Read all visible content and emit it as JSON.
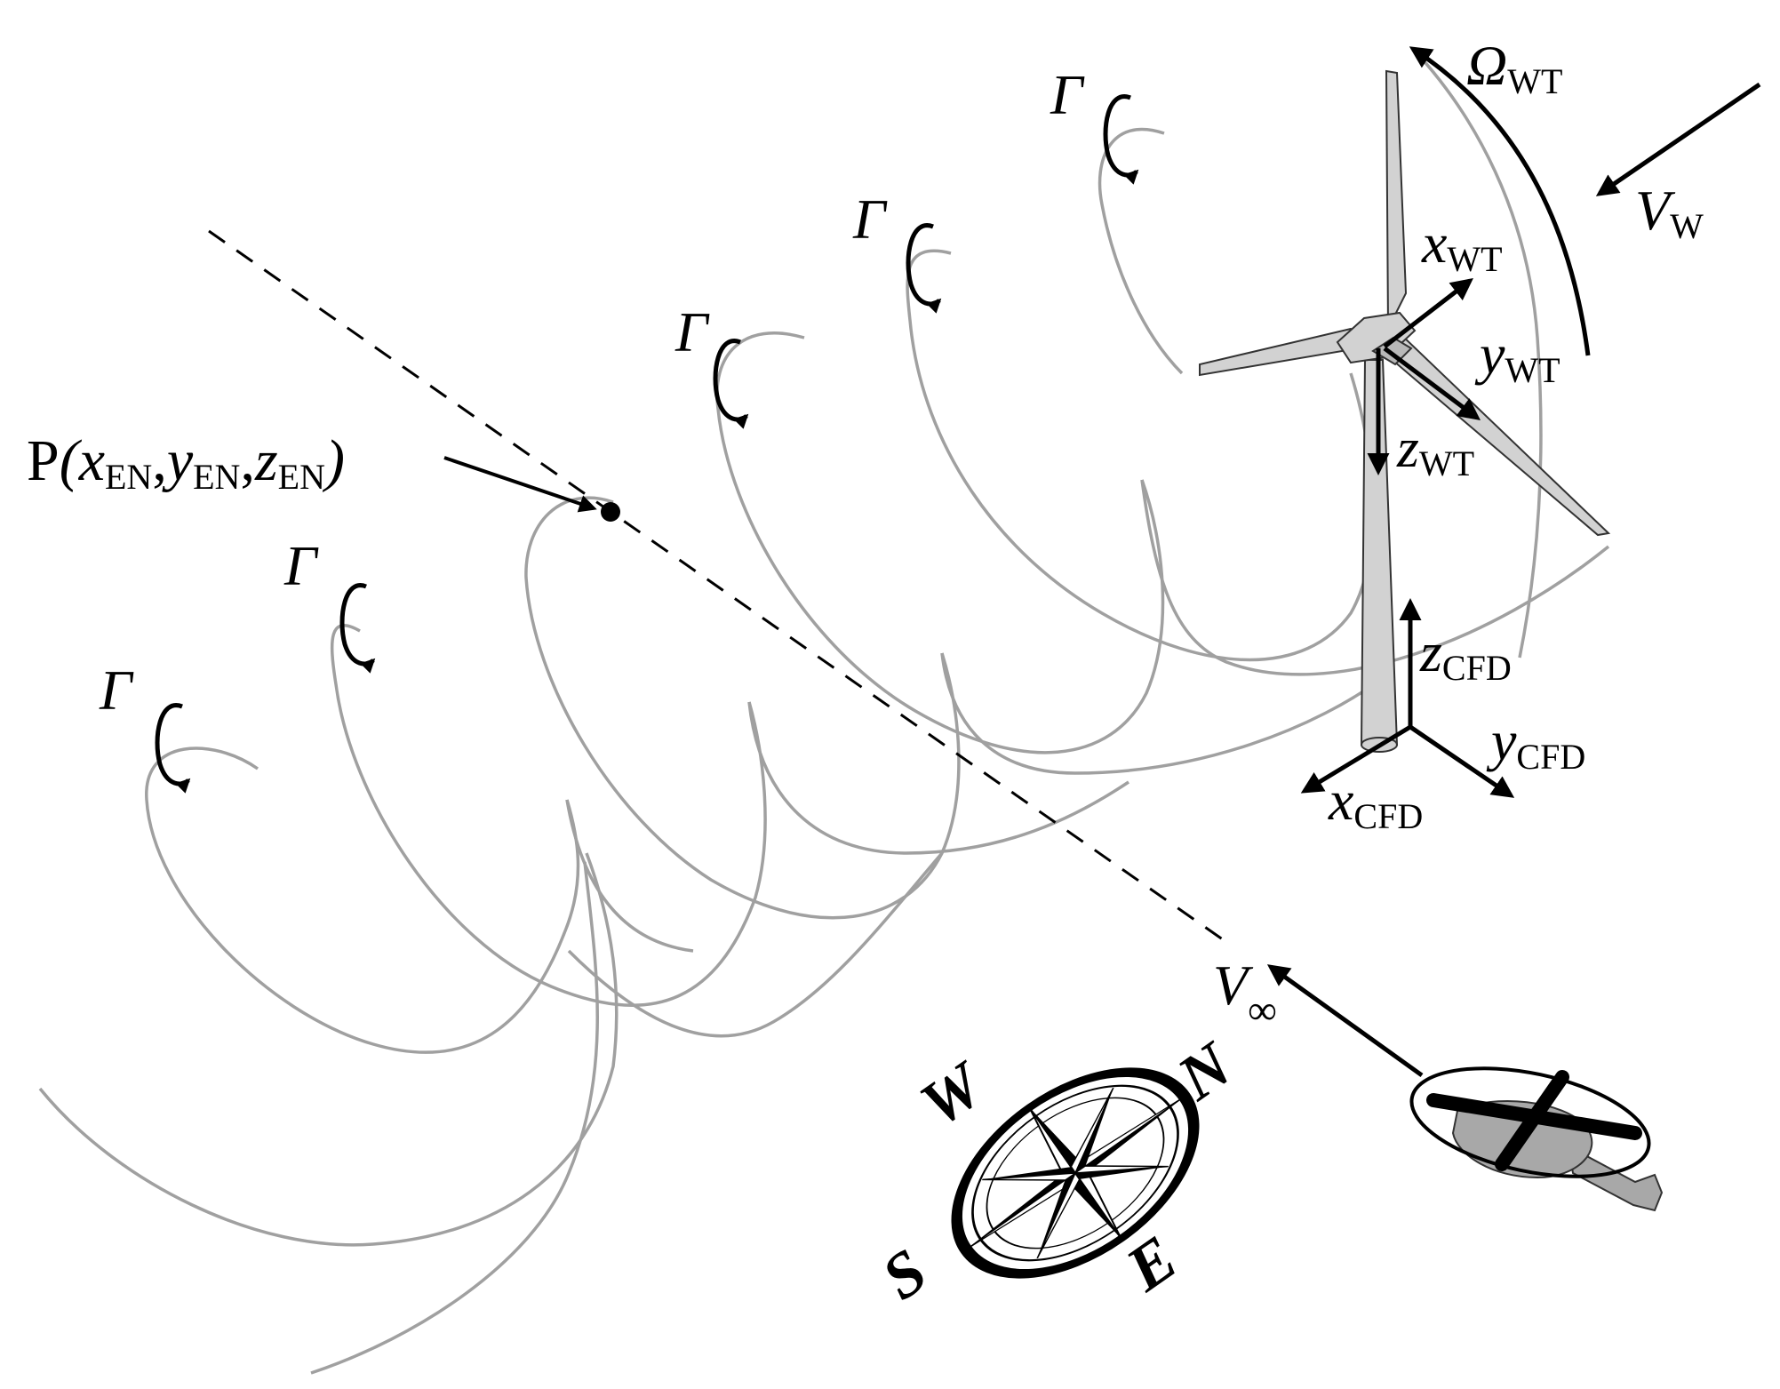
{
  "circulation": "Γ",
  "rotor_speed": {
    "main": "Ω",
    "sub": "WT"
  },
  "wind_velocity": {
    "main": "V",
    "sub": "W"
  },
  "freestream_velocity": {
    "main": "V",
    "sub": "∞"
  },
  "point_label": {
    "prefix": "P",
    "open": "(",
    "x": "x",
    "x_sub": "EN",
    "comma1": ",",
    "y": "y",
    "y_sub": "EN",
    "comma2": ",",
    "z": "z",
    "z_sub": "EN",
    "close": ")"
  },
  "turbine_frame": {
    "x": "x",
    "y": "y",
    "z": "z",
    "sub": "WT"
  },
  "cfd_frame": {
    "x": "x",
    "y": "y",
    "z": "z",
    "sub": "CFD"
  },
  "compass": {
    "north": "N",
    "east": "E",
    "south": "S",
    "west": "W"
  },
  "colors": {
    "wake": "#a0a0a0",
    "ink": "#000000",
    "turbine_fill": "#d2d2d2",
    "heli_body": "#a8a8a8"
  }
}
